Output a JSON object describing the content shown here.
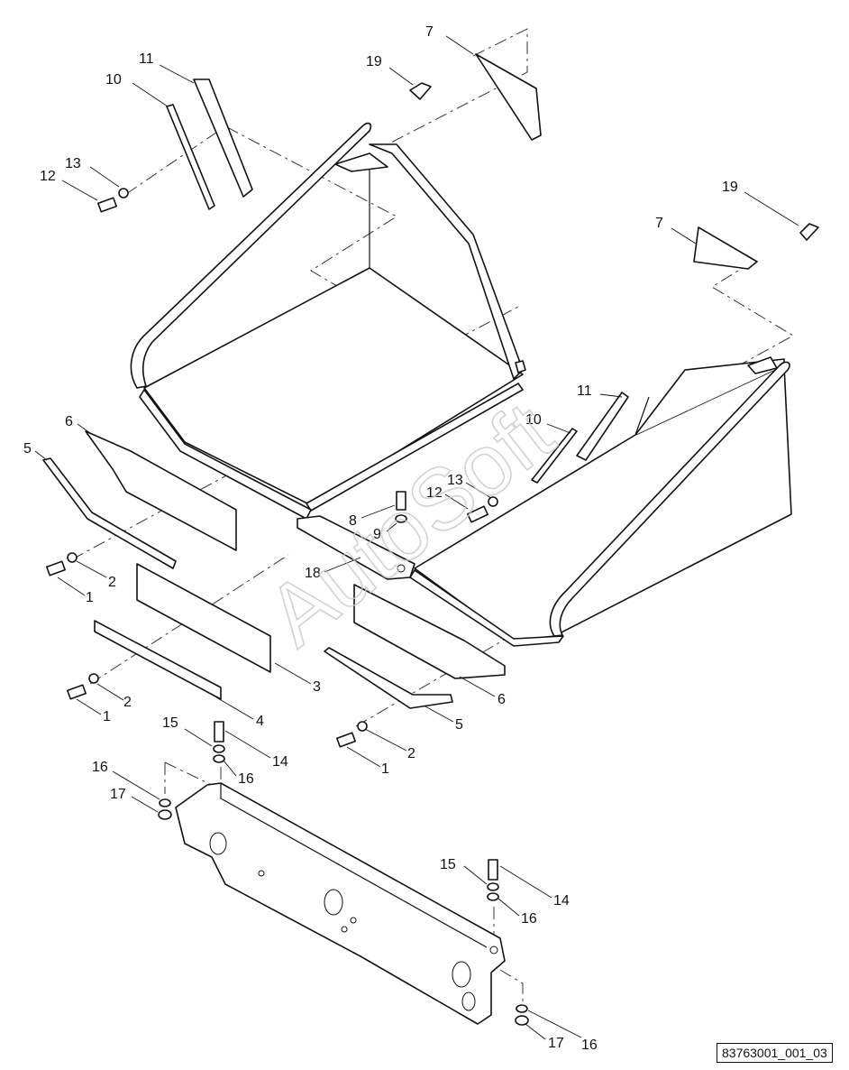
{
  "drawing_number": "83763001_001_03",
  "watermark": "AutoSoft",
  "callouts": [
    {
      "id": "c7a",
      "label": "7"
    },
    {
      "id": "c19a",
      "label": "19"
    },
    {
      "id": "c11a",
      "label": "11"
    },
    {
      "id": "c10a",
      "label": "10"
    },
    {
      "id": "c13a",
      "label": "13"
    },
    {
      "id": "c12a",
      "label": "12"
    },
    {
      "id": "c19b",
      "label": "19"
    },
    {
      "id": "c7b",
      "label": "7"
    },
    {
      "id": "c11b",
      "label": "11"
    },
    {
      "id": "c10b",
      "label": "10"
    },
    {
      "id": "c13b",
      "label": "13"
    },
    {
      "id": "c12b",
      "label": "12"
    },
    {
      "id": "c6a",
      "label": "6"
    },
    {
      "id": "c5a",
      "label": "5"
    },
    {
      "id": "c8",
      "label": "8"
    },
    {
      "id": "c9",
      "label": "9"
    },
    {
      "id": "c18",
      "label": "18"
    },
    {
      "id": "c2a",
      "label": "2"
    },
    {
      "id": "c1a",
      "label": "1"
    },
    {
      "id": "c3",
      "label": "3"
    },
    {
      "id": "c2b",
      "label": "2"
    },
    {
      "id": "c1b",
      "label": "1"
    },
    {
      "id": "c4",
      "label": "4"
    },
    {
      "id": "c6b",
      "label": "6"
    },
    {
      "id": "c5b",
      "label": "5"
    },
    {
      "id": "c2c",
      "label": "2"
    },
    {
      "id": "c1c",
      "label": "1"
    },
    {
      "id": "c15a",
      "label": "15"
    },
    {
      "id": "c14a",
      "label": "14"
    },
    {
      "id": "c16a",
      "label": "16"
    },
    {
      "id": "c16b",
      "label": "16"
    },
    {
      "id": "c17a",
      "label": "17"
    },
    {
      "id": "c15b",
      "label": "15"
    },
    {
      "id": "c14b",
      "label": "14"
    },
    {
      "id": "c16c",
      "label": "16"
    },
    {
      "id": "c17b",
      "label": "17"
    },
    {
      "id": "c16d",
      "label": "16"
    }
  ]
}
